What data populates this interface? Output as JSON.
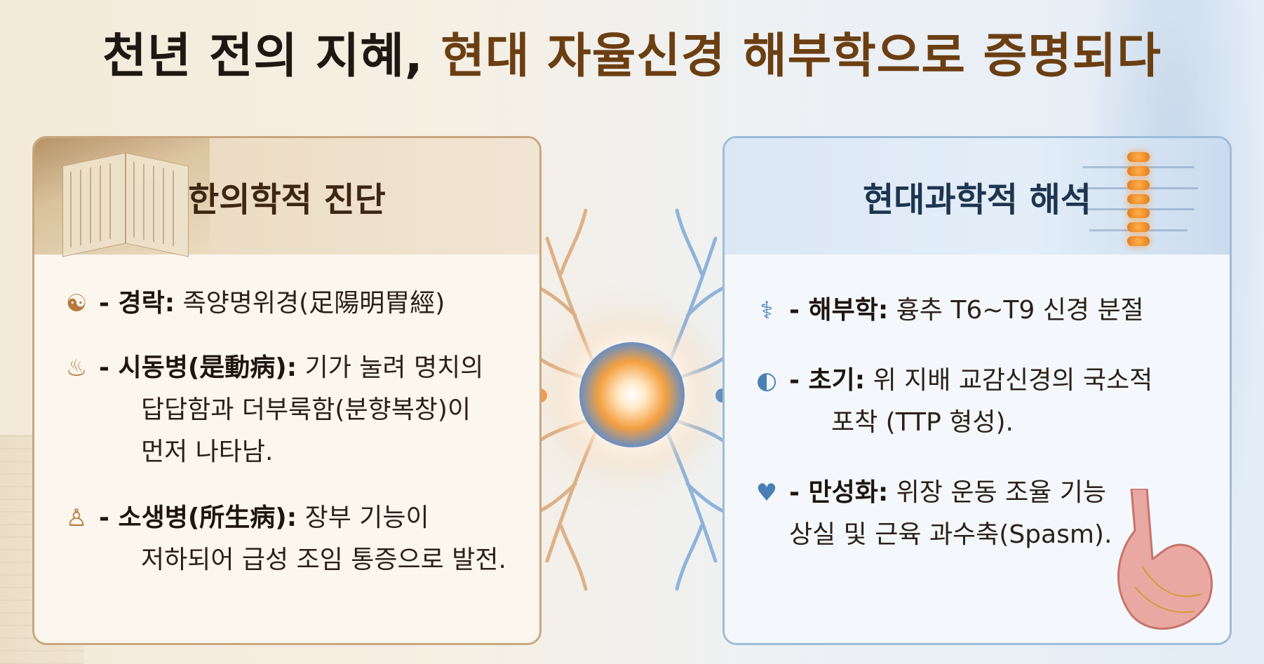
{
  "title": {
    "part1": "천년 전의 지혜, ",
    "part2": "현대 자율신경 해부학으로 증명되다"
  },
  "left_panel": {
    "heading": "한의학적 진단",
    "items": [
      {
        "icon": "yin-yang-icon",
        "label": "- 경락:",
        "line1": " 족양명위경(足陽明胃經)",
        "continuation": []
      },
      {
        "icon": "herbal-bowl-icon",
        "label": "- 시동병(是動病):",
        "line1": " 기가 눌려 명치의",
        "continuation": [
          "답답함과 더부룩함(분향복창)이",
          "먼저 나타남."
        ]
      },
      {
        "icon": "meditation-figure-icon",
        "label": "- 소생병(所生病):",
        "line1": " 장부 기능이",
        "continuation": [
          "저하되어 급성 조임 통증으로 발전."
        ]
      }
    ]
  },
  "right_panel": {
    "heading": "현대과학적 해석",
    "items": [
      {
        "icon": "caduceus-icon",
        "label": "- 해부학:",
        "line1": " 흉추 T6~T9 신경 분절",
        "continuation": []
      },
      {
        "icon": "stomach-icon",
        "label": "- 초기:",
        "line1": " 위 지배 교감신경의 국소적",
        "continuation": [
          "포착 (TTP 형성)."
        ]
      },
      {
        "icon": "heartbeat-icon",
        "label": "- 만성화:",
        "line1": " 위장 운동 조율 기능",
        "continuation": [
          "상실 및 근육 과수축(Spasm)."
        ]
      }
    ]
  },
  "colors": {
    "left_accent": "#c9a77f",
    "right_accent": "#9dbcd9",
    "title_dark": "#1f1812",
    "title_brown": "#6b3f12"
  }
}
